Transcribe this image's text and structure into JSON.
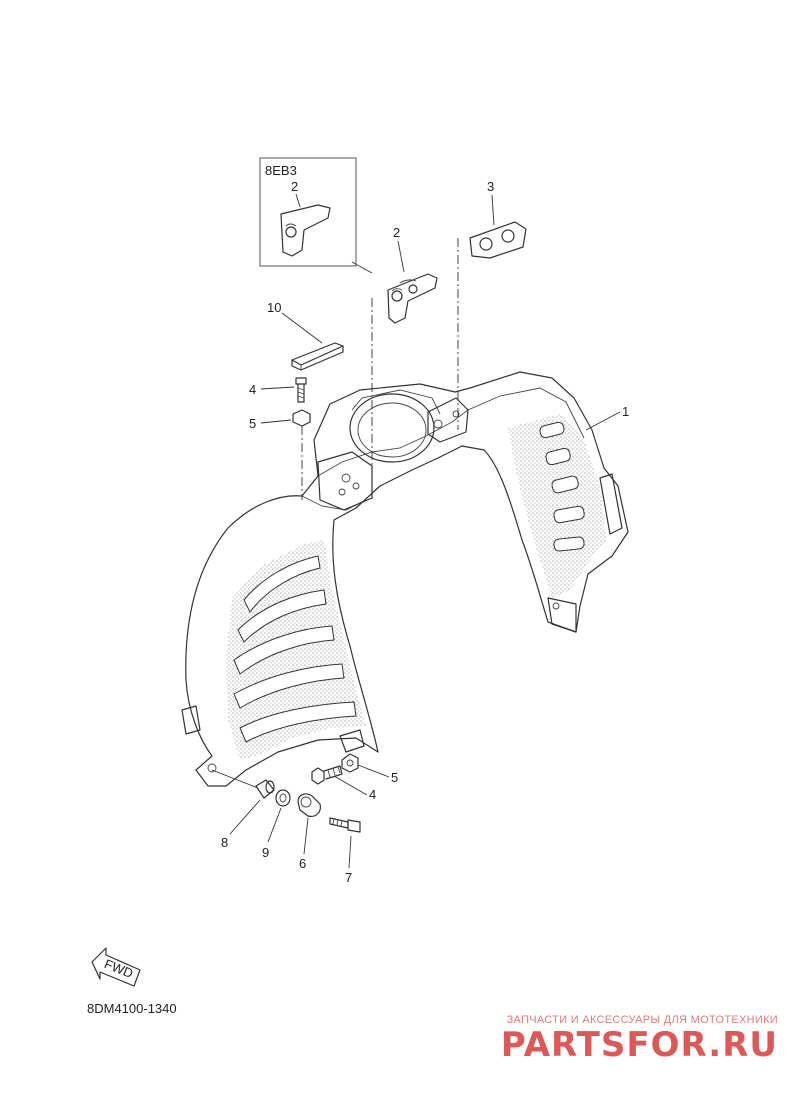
{
  "callouts": {
    "c1": "1",
    "c2_inset": "2",
    "c2": "2",
    "c3": "3",
    "c4_top": "4",
    "c4_bottom": "4",
    "c5_top": "5",
    "c5_bottom": "5",
    "c6": "6",
    "c7": "7",
    "c8": "8",
    "c9": "9",
    "c10": "10"
  },
  "inset_label": "8EB3",
  "fwd_label": "FWD",
  "drawing_code": "8DM4100-1340",
  "watermark": {
    "tagline": "ЗАПЧАСТИ И АКСЕССУАРЫ ДЛЯ МОТОТЕХНИКИ",
    "site": "PARTSFOR.RU",
    "color": "#d93b3b"
  }
}
